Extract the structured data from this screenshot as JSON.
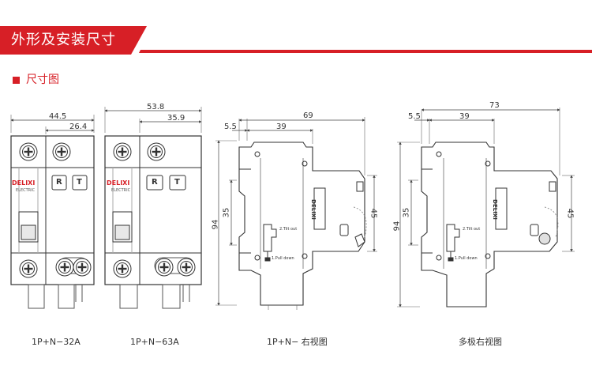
{
  "header": {
    "title": "外形及安装尺寸",
    "accent_color": "#d71f26"
  },
  "section": {
    "title": "尺寸图"
  },
  "views": {
    "front_32a": {
      "caption": "1P+N−32A",
      "dims": {
        "total": "44.5",
        "pole": "26.4"
      },
      "brand": "DELIXI",
      "brand_sub": "ELECTRIC",
      "btn_r": "R",
      "btn_t": "T"
    },
    "front_63a": {
      "caption": "1P+N−63A",
      "dims": {
        "total": "53.8",
        "pole": "35.9"
      },
      "brand": "DELIXI",
      "brand_sub": "ELECTRIC",
      "btn_r": "R",
      "btn_t": "T"
    },
    "side_1pn": {
      "caption": "1P+N− 右视图",
      "dims": {
        "d1": "5.5",
        "d2": "39",
        "d3": "69",
        "h1": "94",
        "h2": "35",
        "h3": "45"
      },
      "label_tilt": "2.Tilt out",
      "label_pull": "1.Pull down",
      "brand": "DELIXI"
    },
    "side_multi": {
      "caption": "多极右视图",
      "dims": {
        "d1": "5.5",
        "d2": "39",
        "d3": "73",
        "h1": "94",
        "h2": "35",
        "h3": "45"
      },
      "label_tilt": "2.Tilt out",
      "label_pull": "1.Pull down",
      "brand": "DELIXI"
    }
  }
}
